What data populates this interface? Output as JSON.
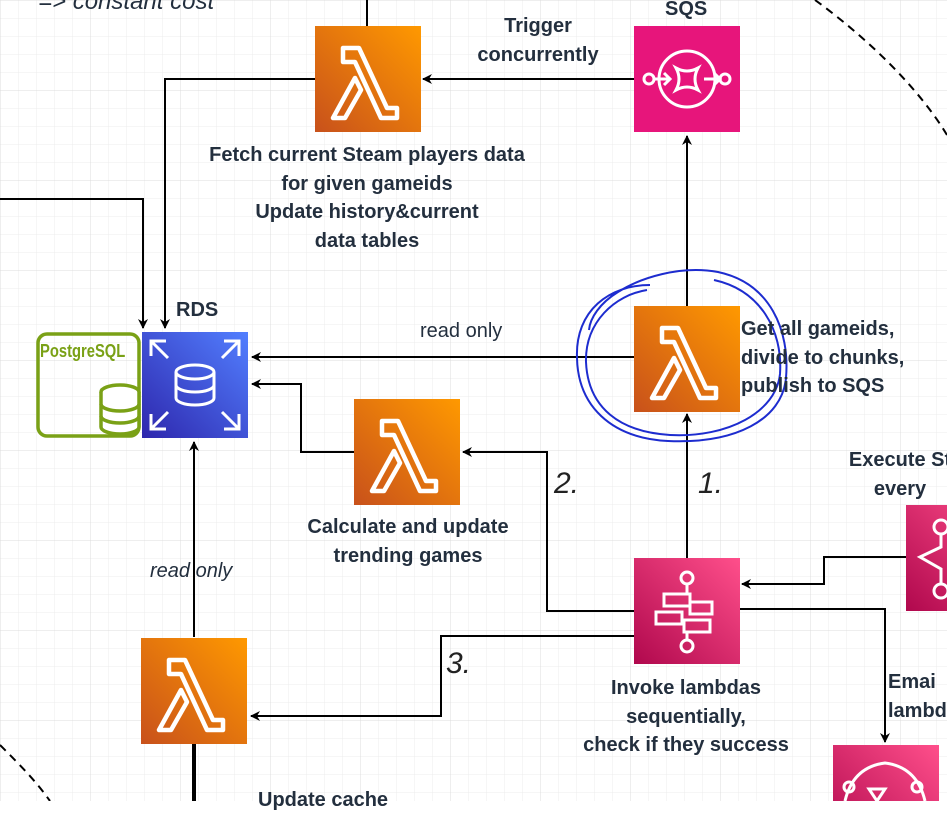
{
  "labels": {
    "top_partial": "=> constant cost",
    "sqs": "SQS",
    "trigger": "Trigger\nconcurrently",
    "fetch": "Fetch current Steam players data\nfor given gameids\nUpdate history&current\ndata tables",
    "rds": "RDS",
    "postgres": "PostgreSQL",
    "read_only_top": "read only",
    "get_all": "Get all gameids,\ndivide to chunks,\npublish to SQS",
    "execute": "Execute St\nevery",
    "step1": "1.",
    "step2": "2.",
    "step3": "3.",
    "calculate": "Calculate and update\ntrending games",
    "read_only_left": "read only",
    "invoke": "Invoke lambdas\nsequentially,\ncheck if they success",
    "email": "Emai\nlambd",
    "update_cache": "Update cache"
  },
  "colors": {
    "lambda_orange": "#f08300",
    "sqs_pink": "#e7157b",
    "step_pink": "#d6256f",
    "rds_blue": "#3b48cc",
    "postgres_green": "#7aa116",
    "annotation_blue": "#1d2ccf"
  },
  "icons": [
    "lambda-icon",
    "sqs-icon",
    "rds-icon",
    "postgresql-icon",
    "step-functions-icon",
    "eventbridge-icon",
    "sns-icon"
  ]
}
